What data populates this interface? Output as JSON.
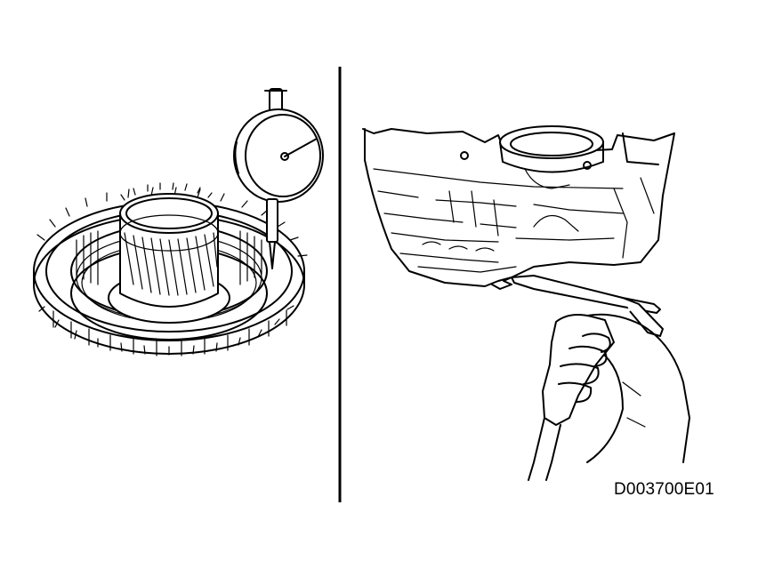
{
  "figure_code": "D003700E01",
  "panels": [
    {
      "id": "left",
      "icon": "dial-indicator-on-clutch-drum-icon"
    },
    {
      "id": "right",
      "icon": "compressed-air-gun-on-transaxle-case-icon"
    }
  ]
}
